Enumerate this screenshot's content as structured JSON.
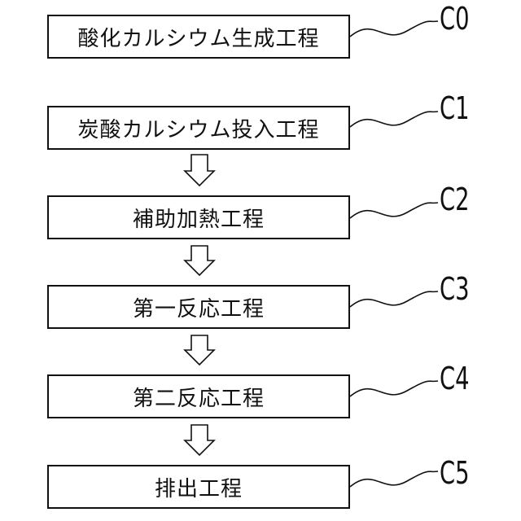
{
  "steps": [
    {
      "label": "酸化カルシウム生成工程",
      "code": "C0"
    },
    {
      "label": "炭酸カルシウム投入工程",
      "code": "C1"
    },
    {
      "label": "補助加熱工程",
      "code": "C2"
    },
    {
      "label": "第一反応工程",
      "code": "C3"
    },
    {
      "label": "第二反応工程",
      "code": "C4"
    },
    {
      "label": "排出工程",
      "code": "C5"
    }
  ]
}
